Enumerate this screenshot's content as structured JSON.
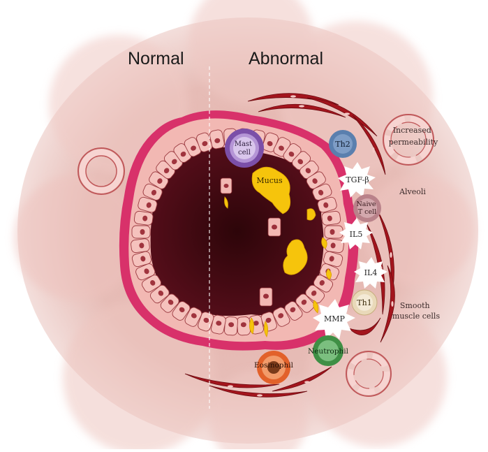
{
  "headings": {
    "normal": "Normal",
    "abnormal": "Abnormal"
  },
  "labels": {
    "mast_cell": [
      "Mast",
      "cell"
    ],
    "mucus": "Mucus",
    "th2": "Th2",
    "tgf_beta": "TGF-β",
    "naive_t_cell": [
      "Naive",
      "T cell"
    ],
    "il5": "IL5",
    "il4": "IL4",
    "th1": "Th1",
    "mmp": "MMP",
    "neutrophil": "Neutrophil",
    "eosinophil": "Eosinophil",
    "increased_permeability": [
      "Increased",
      "permeability"
    ],
    "alveoli": "Alveoli",
    "smooth_muscle": [
      "Smooth",
      "muscle cells"
    ]
  },
  "colors": {
    "background_tissue": "#e8bdb6",
    "wall_magenta": "#d8316a",
    "lumen": "#4a0a14",
    "epithelium": "#f2b8b3",
    "muscle": "#a3151d",
    "mucus": "#f6c40c",
    "mast_cell": "#7b4fa8",
    "th2": "#5a7fae",
    "neutrophil": "#3f8f45",
    "eosinophil": "#e2612a",
    "th1": "#e9d9b9",
    "naive_t_cell": "#b9828a"
  }
}
